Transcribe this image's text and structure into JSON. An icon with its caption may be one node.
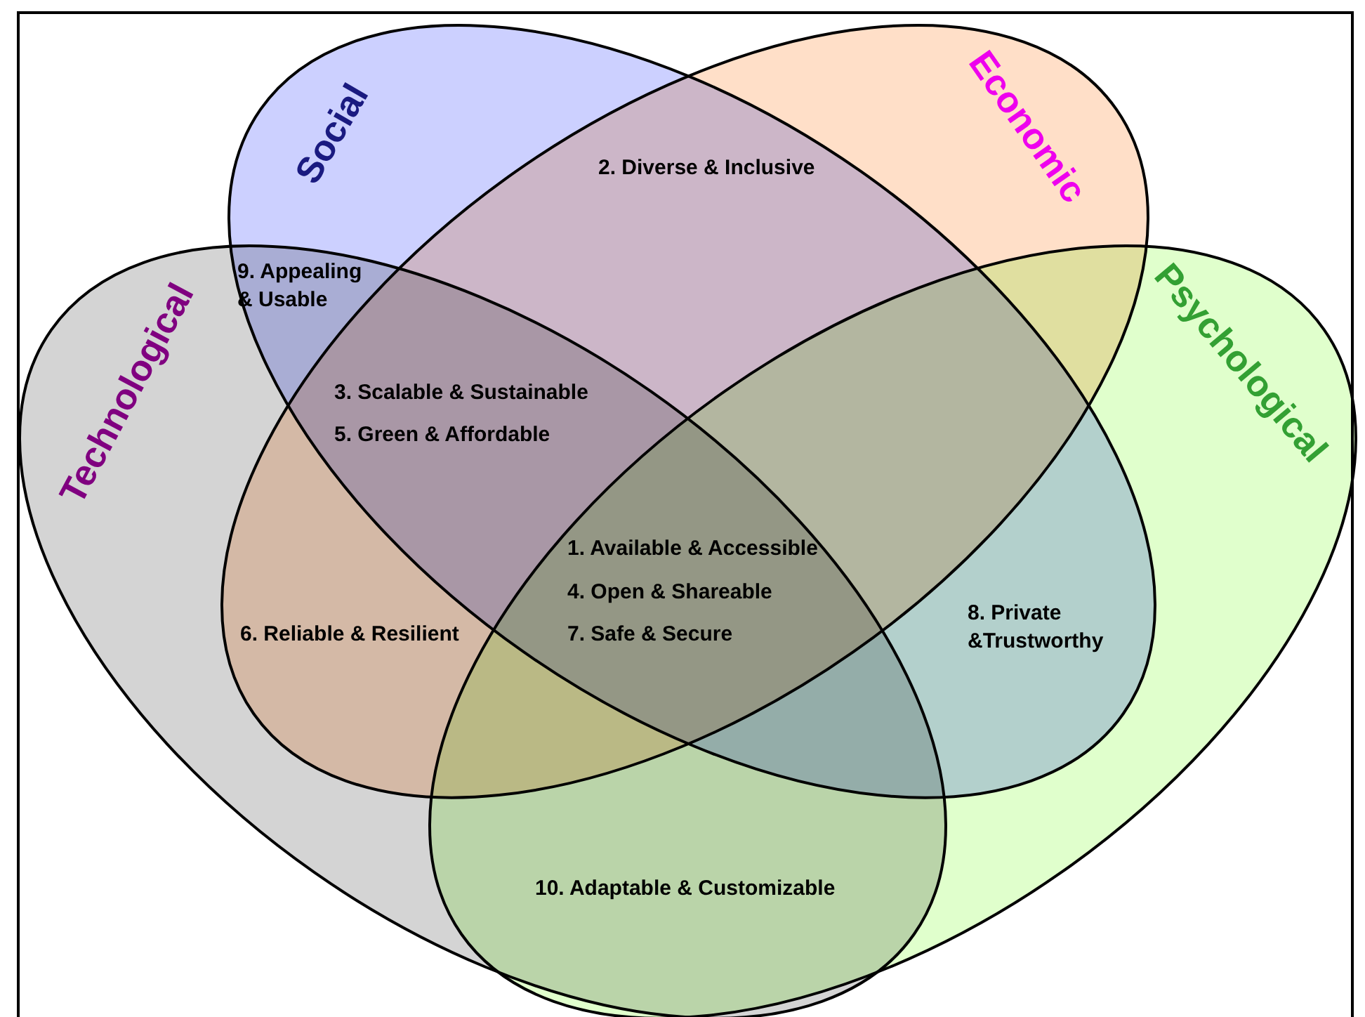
{
  "diagram": {
    "nodes": [
      {
        "text": [
          "Technological"
        ]
      },
      {
        "text": [
          "Social"
        ]
      },
      {
        "text": [
          "Economic"
        ]
      },
      {
        "text": [
          "Psychological"
        ]
      }
    ],
    "labels": [
      "2. Diverse & Inclusive",
      "9. Appealing & Usable",
      "3. Scalable & Sustainable",
      "5. Green & Affordable",
      "1. Available & Accessible",
      "4. Open & Shareable",
      "7. Safe & Secure",
      "6. Reliable & Resilient",
      "8. Private &Trustworthy",
      "10. Adaptable & Customizable"
    ]
  }
}
